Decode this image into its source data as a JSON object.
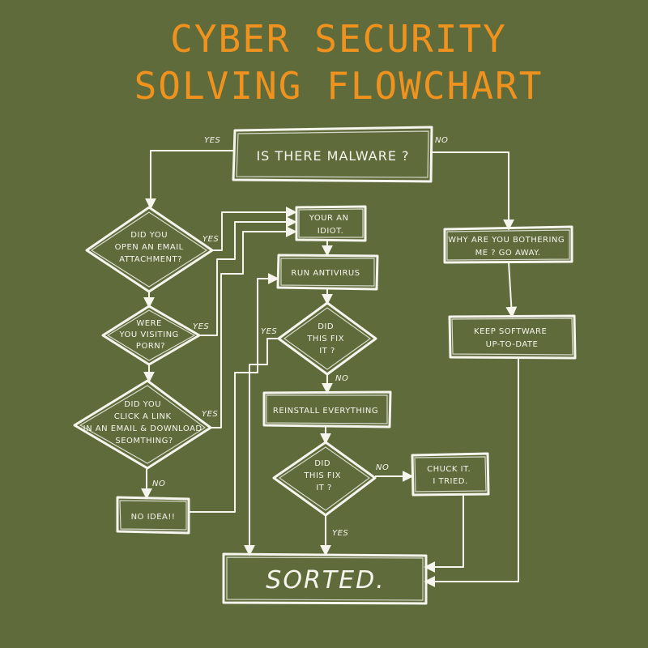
{
  "title": {
    "line1": "CYBER SECURITY",
    "line2": "SOLVING FLOWCHART"
  },
  "colors": {
    "background": "#5f6b3b",
    "title": "#f0921e",
    "chalk": "#f5f5ee"
  },
  "nodes": {
    "malware": {
      "lines": [
        "IS THERE MALWARE ?"
      ]
    },
    "email_attachment": {
      "lines": [
        "DID YOU",
        "OPEN AN EMAIL",
        "ATTACHMENT?"
      ]
    },
    "visiting_porn": {
      "lines": [
        "WERE",
        "YOU VISITING",
        "PORN?"
      ]
    },
    "click_link": {
      "lines": [
        "DID YOU",
        "CLICK A LINK",
        "IN AN EMAIL & DOWNLOAD",
        "SEOMTHING?"
      ]
    },
    "no_idea": {
      "lines": [
        "NO IDEA!!"
      ]
    },
    "idiot": {
      "lines": [
        "YOUR AN",
        "IDIOT."
      ]
    },
    "run_antivirus": {
      "lines": [
        "RUN ANTIVIRUS"
      ]
    },
    "fix1": {
      "lines": [
        "DID",
        "THIS FIX",
        "IT ?"
      ]
    },
    "reinstall": {
      "lines": [
        "REINSTALL EVERYTHING"
      ]
    },
    "fix2": {
      "lines": [
        "DID",
        "THIS FIX",
        "IT ?"
      ]
    },
    "chuck_it": {
      "lines": [
        "CHUCK IT.",
        "I TRIED."
      ]
    },
    "go_away": {
      "lines": [
        "WHY ARE YOU BOTHERING",
        "ME ? GO AWAY."
      ]
    },
    "keep_updated": {
      "lines": [
        "KEEP SOFTWARE",
        "UP-TO-DATE"
      ]
    },
    "sorted": {
      "lines": [
        "SORTED."
      ]
    }
  },
  "edge_labels": {
    "malware_yes": "YES",
    "malware_no": "NO",
    "email_yes": "YES",
    "porn_yes": "YES",
    "link_yes": "YES",
    "link_no": "NO",
    "fix1_yes": "YES",
    "fix1_no": "NO",
    "fix2_no": "NO",
    "fix2_yes": "YES"
  }
}
